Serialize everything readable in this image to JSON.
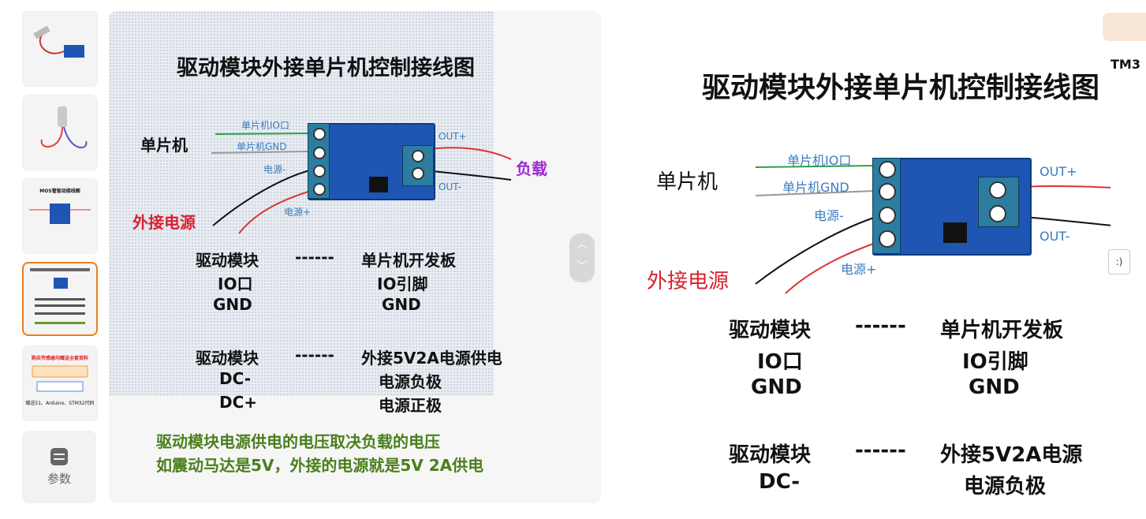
{
  "thumbnails": [
    {
      "name": "thumb-sensor-photo"
    },
    {
      "name": "thumb-motor-photo"
    },
    {
      "name": "thumb-mos-diagram",
      "label": "MOS管驱动接线图"
    },
    {
      "name": "thumb-wiring-diagram-active"
    },
    {
      "name": "thumb-gift-info",
      "label": "赠送51、Arduino、STM32代码",
      "top": "购买传感器均赠送全套资料"
    }
  ],
  "params_label": "参数",
  "diagram": {
    "title": "驱动模块外接单片机控制接线图",
    "mcu_label": "单片机",
    "pin_labels": [
      "单片机IO口",
      "单片机GND",
      "电源-",
      "电源+"
    ],
    "out_labels": [
      "OUT+",
      "OUT-"
    ],
    "load_label": "负载",
    "ext_power_label": "外接电源",
    "table1": {
      "header_left": "驱动模块",
      "dash": "------",
      "header_right": "单片机开发板",
      "rows": [
        [
          "IO口",
          "IO引脚"
        ],
        [
          "GND",
          "GND"
        ]
      ]
    },
    "table2": {
      "header_left": "驱动模块",
      "dash": "------",
      "header_right": "外接5V2A电源供电",
      "header_right_cut": "外接5V2A电源",
      "rows": [
        [
          "DC-",
          "电源负极"
        ],
        [
          "DC+",
          "电源正极"
        ]
      ]
    },
    "note_line1": "驱动模块电源供电的电压取决负载的电压",
    "note_line2": "如震动马达是5V，外接的电源就是5V  2A供电"
  },
  "scroll": {
    "up": "︿",
    "down": "﹀"
  },
  "side_tag": "TM3",
  "side_button": ":)"
}
